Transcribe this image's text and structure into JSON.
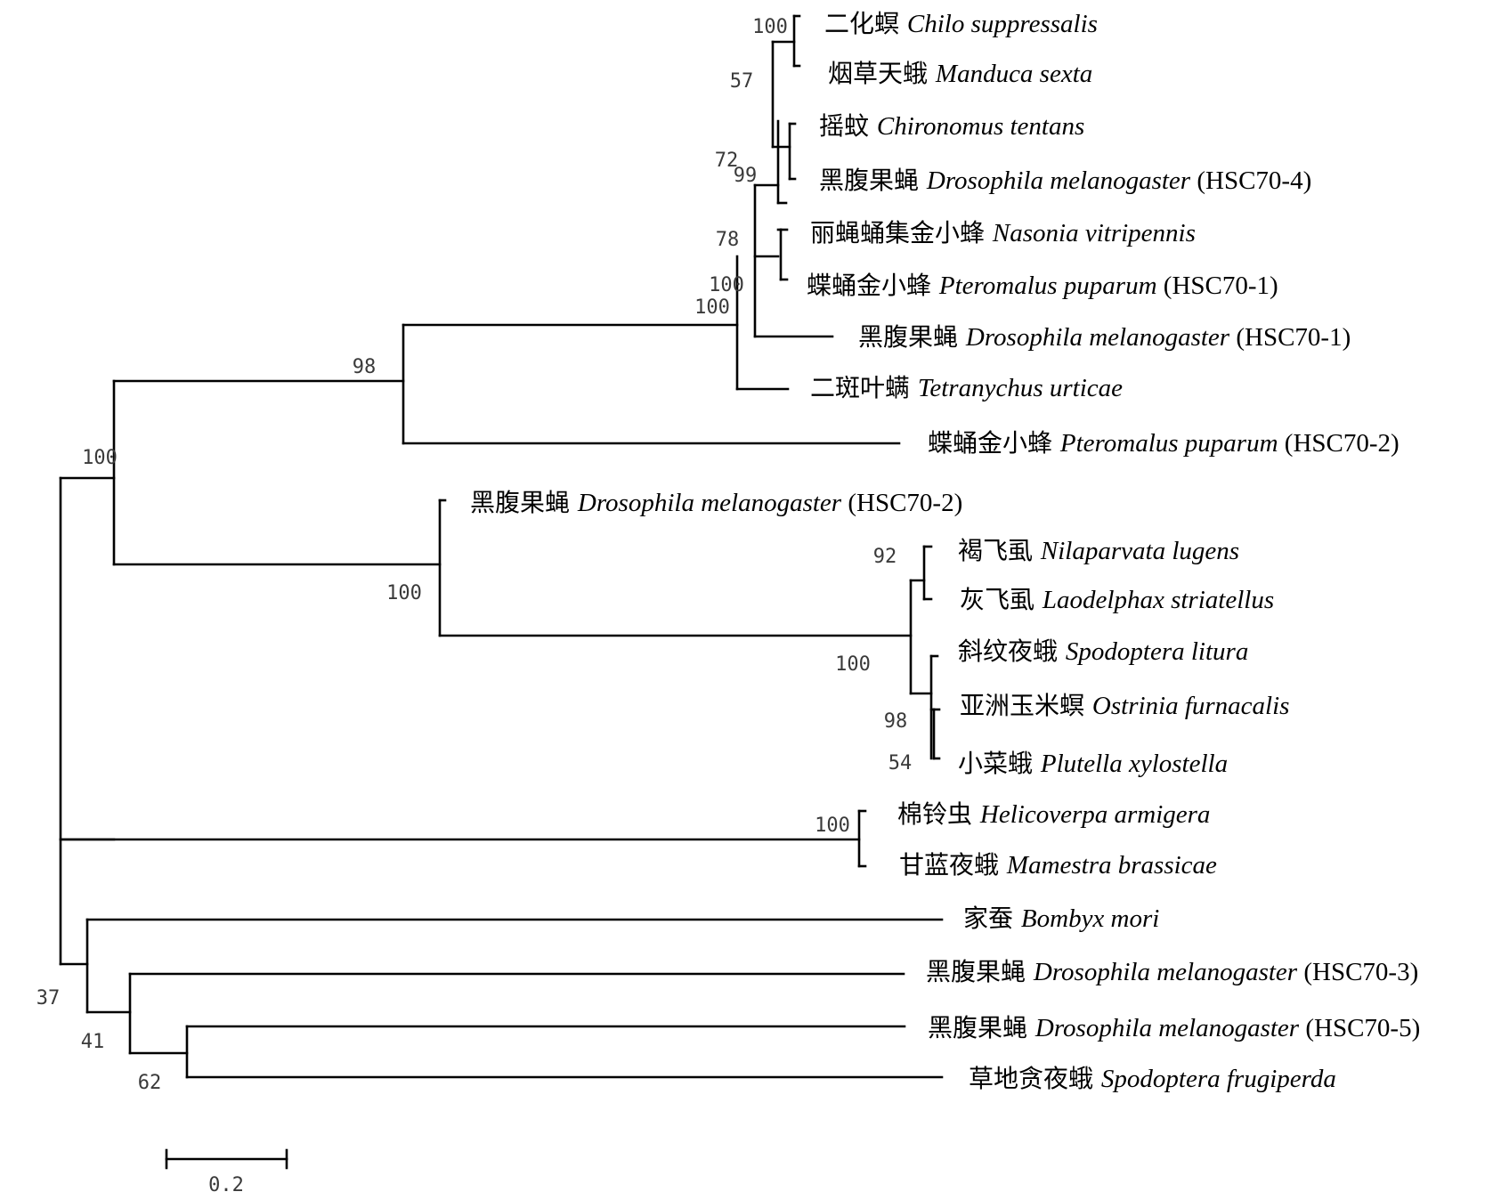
{
  "tree": {
    "taxa": [
      {
        "id": "t1",
        "cn": "二化螟",
        "species": "Chilo suppressalis",
        "gene": ""
      },
      {
        "id": "t2",
        "cn": "烟草天蛾",
        "species": "Manduca sexta",
        "gene": ""
      },
      {
        "id": "t3",
        "cn": "摇蚊",
        "species": "Chironomus tentans",
        "gene": ""
      },
      {
        "id": "t4",
        "cn": "黑腹果蝇",
        "species": "Drosophila melanogaster",
        "gene": "(HSC70-4)"
      },
      {
        "id": "t5",
        "cn": "丽蝇蛹集金小蜂",
        "species": "Nasonia vitripennis",
        "gene": ""
      },
      {
        "id": "t6",
        "cn": "蝶蛹金小蜂",
        "species": "Pteromalus puparum",
        "gene": "(HSC70-1)"
      },
      {
        "id": "t7",
        "cn": "黑腹果蝇",
        "species": "Drosophila melanogaster",
        "gene": "(HSC70-1)"
      },
      {
        "id": "t8",
        "cn": "二斑叶螨",
        "species": "Tetranychus urticae",
        "gene": ""
      },
      {
        "id": "t9",
        "cn": "蝶蛹金小蜂",
        "species": "Pteromalus puparum",
        "gene": "(HSC70-2)"
      },
      {
        "id": "t10",
        "cn": "黑腹果蝇",
        "species": "Drosophila melanogaster",
        "gene": "(HSC70-2)"
      },
      {
        "id": "t11",
        "cn": "褐飞虱",
        "species": "Nilaparvata lugens",
        "gene": ""
      },
      {
        "id": "t12",
        "cn": "灰飞虱",
        "species": "Laodelphax striatellus",
        "gene": ""
      },
      {
        "id": "t13",
        "cn": "斜纹夜蛾",
        "species": "Spodoptera litura",
        "gene": ""
      },
      {
        "id": "t14",
        "cn": "亚洲玉米螟",
        "species": "Ostrinia furnacalis",
        "gene": ""
      },
      {
        "id": "t15",
        "cn": "小菜蛾",
        "species": "Plutella xylostella",
        "gene": ""
      },
      {
        "id": "t16",
        "cn": "棉铃虫",
        "species": "Helicoverpa armigera",
        "gene": ""
      },
      {
        "id": "t17",
        "cn": "甘蓝夜蛾",
        "species": "Mamestra brassicae",
        "gene": ""
      },
      {
        "id": "t18",
        "cn": "家蚕",
        "species": "Bombyx mori",
        "gene": ""
      },
      {
        "id": "t19",
        "cn": "黑腹果蝇",
        "species": "Drosophila melanogaster",
        "gene": "(HSC70-3)"
      },
      {
        "id": "t20",
        "cn": "黑腹果蝇",
        "species": "Drosophila melanogaster",
        "gene": "(HSC70-5)"
      },
      {
        "id": "t21",
        "cn": "草地贪夜蛾",
        "species": "Spodoptera frugiperda",
        "gene": ""
      }
    ],
    "bootstrap": [
      {
        "id": "b1",
        "value": "100"
      },
      {
        "id": "b2",
        "value": "57"
      },
      {
        "id": "b3",
        "value": "72"
      },
      {
        "id": "b4",
        "value": "99"
      },
      {
        "id": "b5",
        "value": "78"
      },
      {
        "id": "b6",
        "value": "100"
      },
      {
        "id": "b7",
        "value": "100"
      },
      {
        "id": "b8",
        "value": "98"
      },
      {
        "id": "b9",
        "value": "100"
      },
      {
        "id": "b10",
        "value": "92"
      },
      {
        "id": "b11",
        "value": "100"
      },
      {
        "id": "b12",
        "value": "100"
      },
      {
        "id": "b13",
        "value": "98"
      },
      {
        "id": "b14",
        "value": "54"
      },
      {
        "id": "b15",
        "value": "100"
      },
      {
        "id": "b16",
        "value": "37"
      },
      {
        "id": "b17",
        "value": "41"
      },
      {
        "id": "b18",
        "value": "62"
      }
    ],
    "scale_bar": {
      "label": "0.2",
      "length": 0.2
    }
  }
}
